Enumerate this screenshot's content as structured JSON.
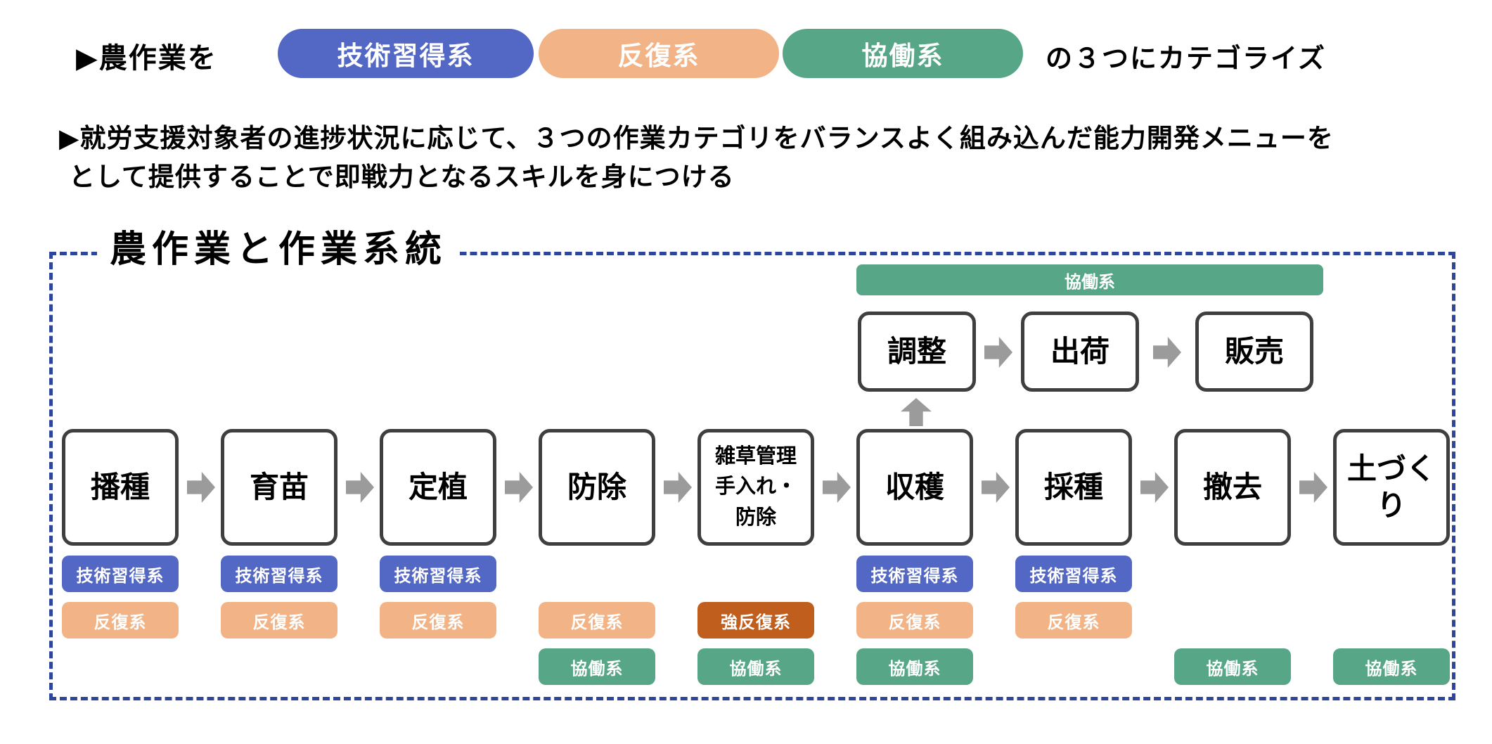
{
  "header": {
    "lead": "▶農作業を",
    "categories": [
      {
        "label": "技術習得系",
        "type": "skill",
        "color": "#5367c5"
      },
      {
        "label": "反復系",
        "type": "repeat",
        "color": "#f2b486"
      },
      {
        "label": "協働系",
        "type": "cooperative",
        "color": "#57a687"
      }
    ],
    "tail": "の３つにカテゴライズ",
    "description_line1": "▶就労支援対象者の進捗状況に応じて、３つの作業カテゴリをバランスよく組み込んだ能力開発メニューを",
    "description_line2": "として提供することで即戦力となるスキルを身につける"
  },
  "diagram": {
    "title": "農作業と作業系統",
    "cooperative_band": "協働系",
    "post_harvest_steps": [
      {
        "label": "調整"
      },
      {
        "label": "出荷"
      },
      {
        "label": "販売"
      }
    ],
    "main_steps": [
      {
        "label": "播種",
        "tags": [
          {
            "label": "技術習得系",
            "type": "skill"
          },
          {
            "label": "反復系",
            "type": "repeat"
          }
        ]
      },
      {
        "label": "育苗",
        "tags": [
          {
            "label": "技術習得系",
            "type": "skill"
          },
          {
            "label": "反復系",
            "type": "repeat"
          }
        ]
      },
      {
        "label": "定植",
        "tags": [
          {
            "label": "技術習得系",
            "type": "skill"
          },
          {
            "label": "反復系",
            "type": "repeat"
          }
        ]
      },
      {
        "label": "防除",
        "tags": [
          {
            "label": "反復系",
            "type": "repeat"
          },
          {
            "label": "協働系",
            "type": "cooperative"
          }
        ]
      },
      {
        "label": "雑草管理\n手入れ・\n防除",
        "tags": [
          {
            "label": "強反復系",
            "type": "strong-repeat"
          },
          {
            "label": "協働系",
            "type": "cooperative"
          }
        ]
      },
      {
        "label": "収穫",
        "tags": [
          {
            "label": "技術習得系",
            "type": "skill"
          },
          {
            "label": "反復系",
            "type": "repeat"
          },
          {
            "label": "協働系",
            "type": "cooperative"
          }
        ]
      },
      {
        "label": "採種",
        "tags": [
          {
            "label": "技術習得系",
            "type": "skill"
          },
          {
            "label": "反復系",
            "type": "repeat"
          }
        ]
      },
      {
        "label": "撤去",
        "tags": [
          {
            "label": "協働系",
            "type": "cooperative"
          }
        ]
      },
      {
        "label": "土づくり",
        "tags": [
          {
            "label": "協働系",
            "type": "cooperative"
          }
        ]
      }
    ]
  },
  "colors": {
    "skill_blue": "#5367c5",
    "repeat_orange": "#f2b486",
    "strong_repeat_orange": "#c05e1d",
    "cooperative_green": "#57a687",
    "frame_navy": "#2e459c",
    "box_border_gray": "#3f3f3f",
    "arrow_gray": "#9b9b9b"
  }
}
